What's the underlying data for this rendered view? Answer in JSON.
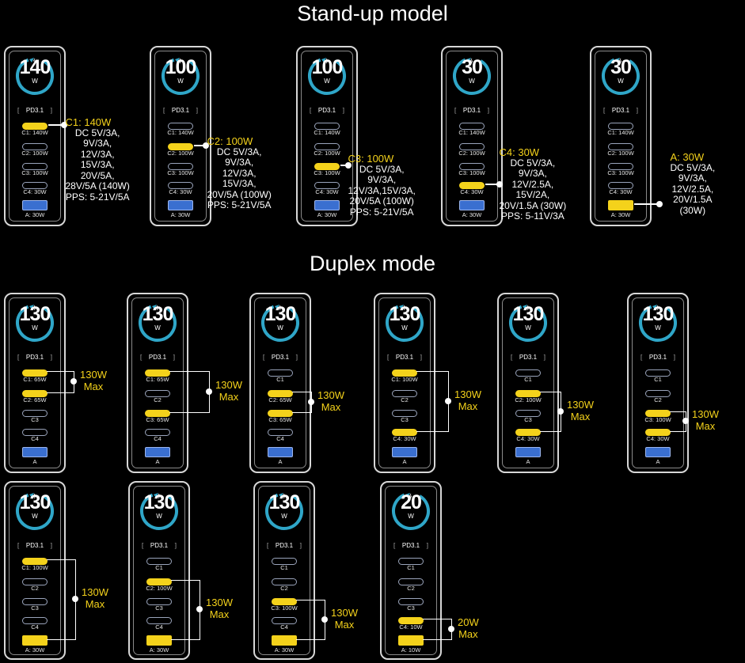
{
  "titles": {
    "standup": "Stand-up model",
    "duplex": "Duplex mode"
  },
  "common": {
    "unit": "W",
    "pd": "PD3.1"
  },
  "standup": [
    {
      "watt": "140",
      "labels": {
        "c1": "C1: 140W",
        "c2": "C2: 100W",
        "c3": "C3: 100W",
        "c4": "C4: 30W",
        "a": "A: 30W"
      },
      "active": "c1",
      "spec_head": "C1: 140W",
      "spec_lines": [
        "DC 5V/3A,",
        "9V/3A,",
        "12V/3A,",
        "15V/3A,",
        "20V/5A,",
        "28V/5A (140W)",
        "PPS: 5-21V/5A"
      ]
    },
    {
      "watt": "100",
      "labels": {
        "c1": "C1: 140W",
        "c2": "C2: 100W",
        "c3": "C3: 100W",
        "c4": "C4: 30W",
        "a": "A: 30W"
      },
      "active": "c2",
      "spec_head": "C2: 100W",
      "spec_lines": [
        "DC 5V/3A,",
        "9V/3A,",
        "12V/3A,",
        "15V/3A,",
        "20V/5A (100W)",
        "PPS: 5-21V/5A"
      ]
    },
    {
      "watt": "100",
      "labels": {
        "c1": "C1: 140W",
        "c2": "C2: 100W",
        "c3": "C3: 100W",
        "c4": "C4: 30W",
        "a": "A: 30W"
      },
      "active": "c3",
      "spec_head": "C3: 100W",
      "spec_lines": [
        "DC 5V/3A,",
        "9V/3A,",
        "12V/3A,15V/3A,",
        "20V/5A (100W)",
        "PPS: 5-21V/5A"
      ]
    },
    {
      "watt": "30",
      "labels": {
        "c1": "C1: 140W",
        "c2": "C2: 100W",
        "c3": "C3: 100W",
        "c4": "C4: 30W",
        "a": "A: 30W"
      },
      "active": "c4",
      "spec_head": "C4: 30W",
      "spec_lines": [
        "DC 5V/3A,",
        "9V/3A,",
        "12V/2.5A,",
        "15V/2A,",
        "20V/1.5A (30W)",
        "PPS: 5-11V/3A"
      ]
    },
    {
      "watt": "30",
      "labels": {
        "c1": "C1: 140W",
        "c2": "C2: 100W",
        "c3": "C3: 100W",
        "c4": "C4: 30W",
        "a": "A: 30W"
      },
      "active": "a",
      "spec_head": "A: 30W",
      "spec_lines": [
        "DC 5V/3A,",
        "9V/3A,",
        "12V/2.5A,",
        "20V/1.5A",
        "(30W)"
      ]
    }
  ],
  "duplex": [
    {
      "watt": "130",
      "labels": {
        "c1": "C1: 65W",
        "c2": "C2: 65W",
        "c3": "C3",
        "c4": "C4",
        "a": "A"
      },
      "on": [
        "c1",
        "c2"
      ],
      "max": [
        "130W",
        "Max"
      ]
    },
    {
      "watt": "130",
      "labels": {
        "c1": "C1: 65W",
        "c2": "C2",
        "c3": "C3: 65W",
        "c4": "C4",
        "a": "A"
      },
      "on": [
        "c1",
        "c3"
      ],
      "max": [
        "130W",
        "Max"
      ]
    },
    {
      "watt": "130",
      "labels": {
        "c1": "C1",
        "c2": "C2: 65W",
        "c3": "C3: 65W",
        "c4": "C4",
        "a": "A"
      },
      "on": [
        "c2",
        "c3"
      ],
      "max": [
        "130W",
        "Max"
      ]
    },
    {
      "watt": "130",
      "labels": {
        "c1": "C1: 100W",
        "c2": "C2",
        "c3": "C3",
        "c4": "C4: 30W",
        "a": "A"
      },
      "on": [
        "c1",
        "c4"
      ],
      "max": [
        "130W",
        "Max"
      ]
    },
    {
      "watt": "130",
      "labels": {
        "c1": "C1",
        "c2": "C2: 100W",
        "c3": "C3",
        "c4": "C4: 30W",
        "a": "A"
      },
      "on": [
        "c2",
        "c4"
      ],
      "max": [
        "130W",
        "Max"
      ]
    },
    {
      "watt": "130",
      "labels": {
        "c1": "C1",
        "c2": "C2",
        "c3": "C3: 100W",
        "c4": "C4: 30W",
        "a": "A"
      },
      "on": [
        "c3",
        "c4"
      ],
      "max": [
        "130W",
        "Max"
      ]
    },
    {
      "watt": "130",
      "labels": {
        "c1": "C1: 100W",
        "c2": "C2",
        "c3": "C3",
        "c4": "C4",
        "a": "A: 30W"
      },
      "on": [
        "c1",
        "a"
      ],
      "max": [
        "130W",
        "Max"
      ]
    },
    {
      "watt": "130",
      "labels": {
        "c1": "C1",
        "c2": "C2: 100W",
        "c3": "C3",
        "c4": "C4",
        "a": "A: 30W"
      },
      "on": [
        "c2",
        "a"
      ],
      "max": [
        "130W",
        "Max"
      ]
    },
    {
      "watt": "130",
      "labels": {
        "c1": "C1",
        "c2": "C2",
        "c3": "C3: 100W",
        "c4": "C4",
        "a": "A: 30W"
      },
      "on": [
        "c3",
        "a"
      ],
      "max": [
        "130W",
        "Max"
      ]
    },
    {
      "watt": "20",
      "labels": {
        "c1": "C1",
        "c2": "C2",
        "c3": "C3",
        "c4": "C4: 10W",
        "a": "A: 10W"
      },
      "on": [
        "c4",
        "a"
      ],
      "max": [
        "20W",
        "Max"
      ]
    }
  ]
}
